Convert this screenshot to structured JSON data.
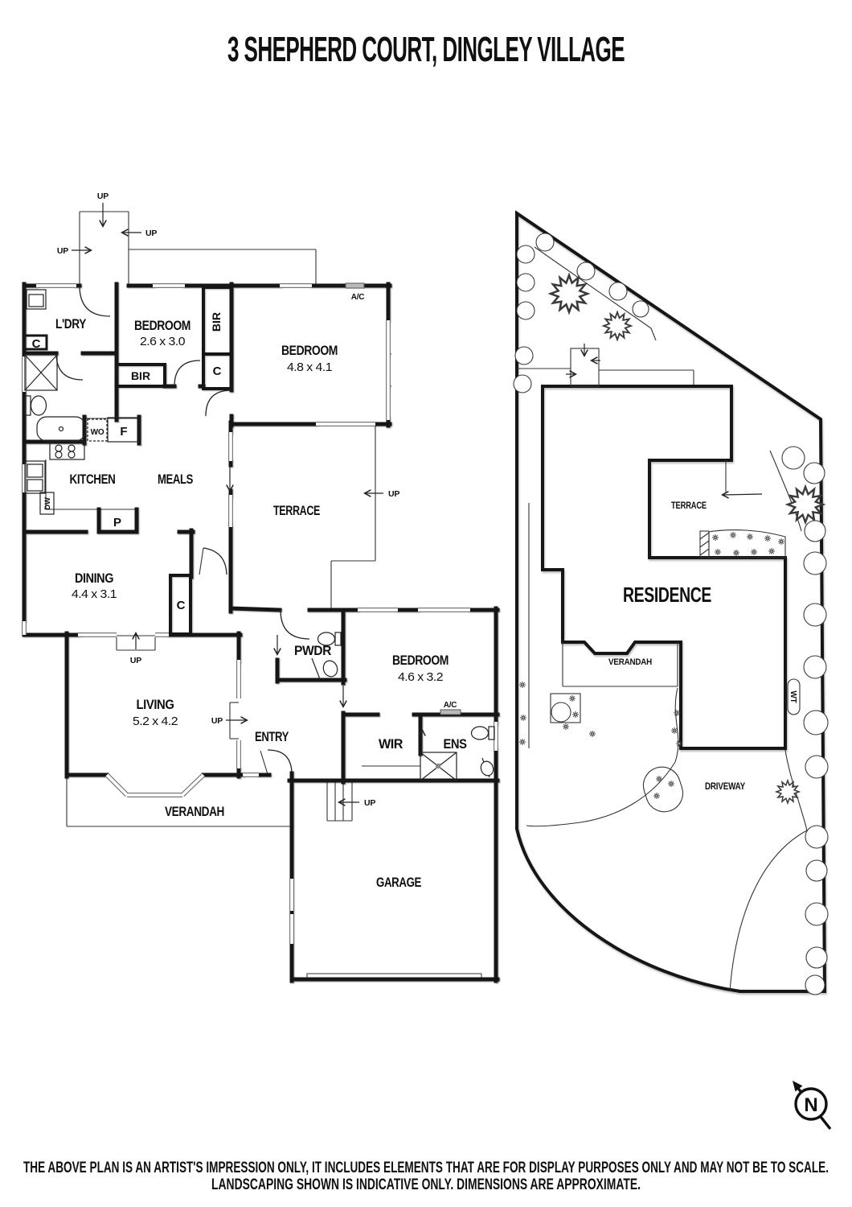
{
  "title": "3 SHEPHERD COURT, DINGLEY VILLAGE",
  "floor_plan": {
    "rooms": {
      "laundry": "L'DRY",
      "bedroom2": {
        "name": "BEDROOM",
        "dim": "2.6 x 3.0"
      },
      "bedroom1": {
        "name": "BEDROOM",
        "dim": "4.8 x 4.1"
      },
      "bedroom3": {
        "name": "BEDROOM",
        "dim": "4.6 x 3.2"
      },
      "kitchen": "KITCHEN",
      "meals": "MEALS",
      "terrace": "TERRACE",
      "dining": {
        "name": "DINING",
        "dim": "4.4 x 3.1"
      },
      "living": {
        "name": "LIVING",
        "dim": "5.2 x 4.2"
      },
      "entry": "ENTRY",
      "verandah": "VERANDAH",
      "powder": "PWDR",
      "wir": "WIR",
      "ensuite": "ENS",
      "garage": "GARAGE"
    },
    "fixtures": {
      "bir": "BIR",
      "cupboard": "C",
      "pantry": "P",
      "fridge": "F",
      "wall_oven": "WO",
      "dishwasher": "DW",
      "air_con": "A/C"
    },
    "stairs_label": "UP"
  },
  "site_plan": {
    "residence": "RESIDENCE",
    "terrace": "TERRACE",
    "verandah": "VERANDAH",
    "driveway": "DRIVEWAY",
    "water_tank": "WT"
  },
  "compass": {
    "north": "N"
  },
  "disclaimer": {
    "line1": "THE ABOVE PLAN IS AN ARTIST'S IMPRESSION ONLY, IT INCLUDES ELEMENTS THAT ARE FOR DISPLAY PURPOSES ONLY AND MAY NOT BE TO SCALE.",
    "line2": "LANDSCAPING SHOWN IS INDICATIVE ONLY. DIMENSIONS ARE APPROXIMATE."
  }
}
